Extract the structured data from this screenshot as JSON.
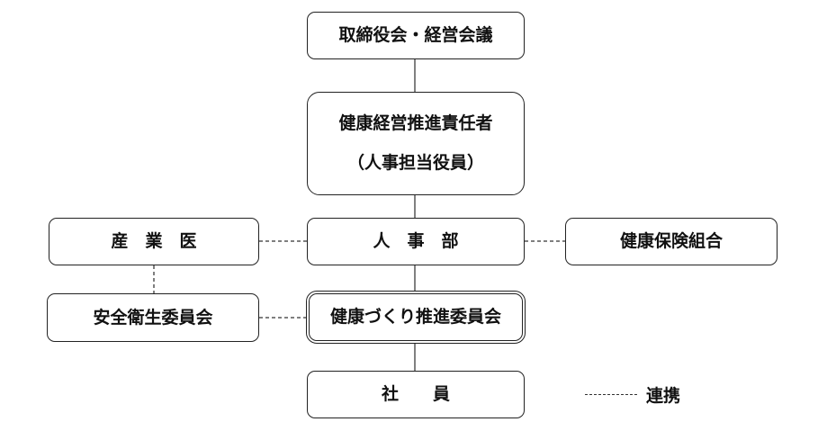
{
  "nodes": {
    "board": "取締役会・経営会議",
    "officer_line1": "健康経営推進責任者",
    "officer_line2": "（人事担当役員）",
    "hr": "人　事　部",
    "doctor": "産　業　医",
    "insurance": "健康保険組合",
    "safety": "安全衛生委員会",
    "promotion": "健康づくり推進委員会",
    "employees": "社　　員"
  },
  "legend": {
    "label": "連携"
  }
}
